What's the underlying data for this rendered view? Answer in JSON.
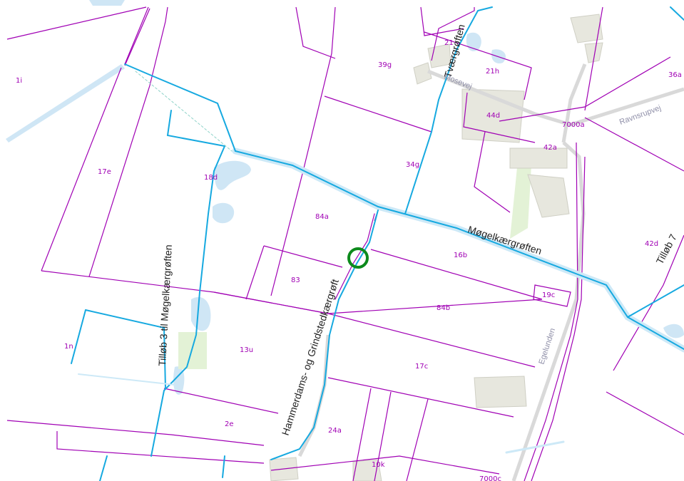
{
  "map": {
    "colors": {
      "parcel_line": "#a000b4",
      "watercourse": "#16a9e0",
      "water_body": "#cfe6f5",
      "building": "#e9e9e0",
      "marker": "#0d8a1c"
    },
    "parcels": [
      "1i",
      "17e",
      "18d",
      "39g",
      "21h",
      "44d",
      "7000a",
      "36a",
      "42a",
      "34g",
      "84a",
      "16b",
      "42d",
      "83",
      "19c",
      "84b",
      "13u",
      "1n",
      "17c",
      "2e",
      "24a",
      "10k",
      "7000c",
      "21"
    ],
    "streams": {
      "mogelkaer": "Møgelkærgrøften",
      "tillob3": "Tilløb 3 til Møgelkærgrøften",
      "hammerdams": "Hammerdams- og Grindstedkærgrøft",
      "tvaer": "Tværgrøften",
      "tillob7": "Tilløb 7"
    },
    "roads": {
      "mosevej": "Mosevej",
      "ravnsrupvej": "Ravnsrupvej",
      "egelunden": "Egelunden"
    },
    "icons": {
      "marker": "circle-marker-icon"
    }
  }
}
